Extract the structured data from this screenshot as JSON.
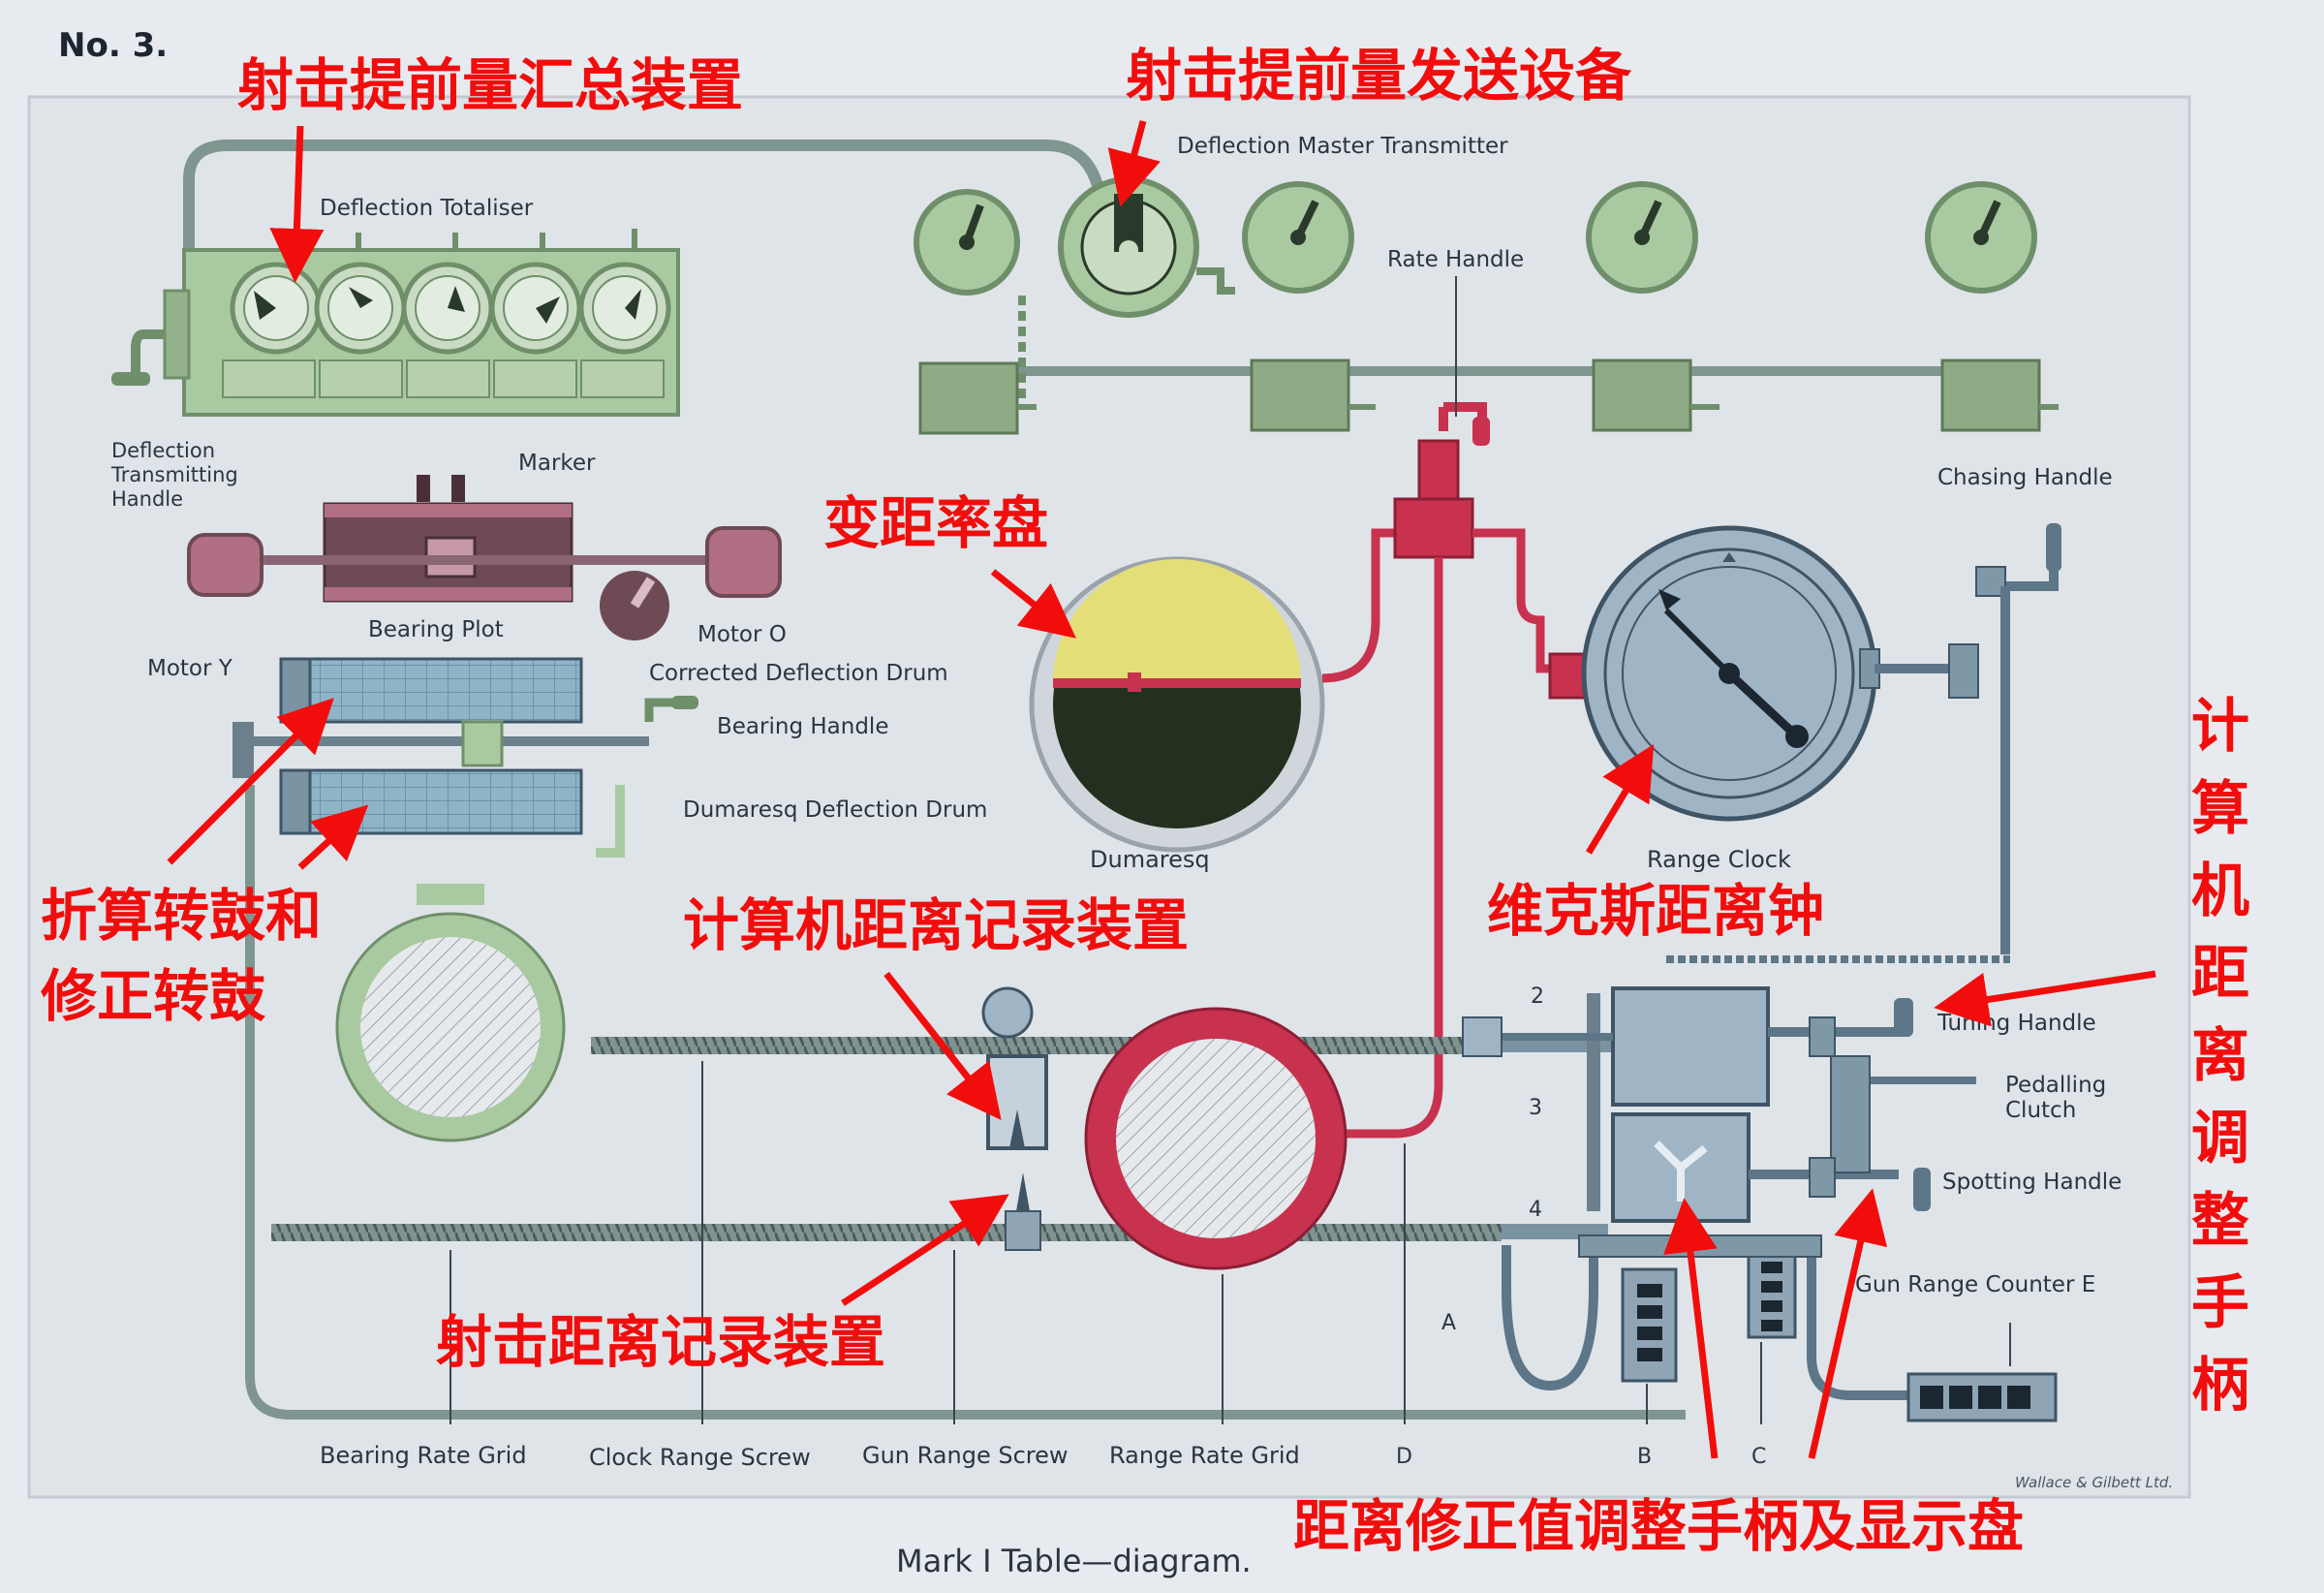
{
  "plate_number": "No. 3.",
  "caption": "Mark I Table—diagram.",
  "publisher": "Wallace & Gilbett Ltd.",
  "labels": {
    "deflection_totaliser": "Deflection Totaliser",
    "deflection_master_transmitter": "Deflection Master Transmitter",
    "rate_handle": "Rate Handle",
    "deflection_transmitting_handle": "Deflection Transmitting Handle",
    "marker": "Marker",
    "bearing_plot": "Bearing Plot",
    "motor_y": "Motor Y",
    "motor_o": "Motor O",
    "corrected_deflection_drum": "Corrected Deflection Drum",
    "bearing_handle": "Bearing Handle",
    "dumaresq_deflection_drum": "Dumaresq Deflection Drum",
    "dumaresq": "Dumaresq",
    "chasing_handle": "Chasing Handle",
    "range_clock": "Range Clock",
    "tuning_handle": "Tuning Handle",
    "pedalling_clutch_line1": "Pedalling",
    "pedalling_clutch_line2": "Clutch",
    "spotting_handle": "Spotting Handle",
    "gun_range_counter": "Gun Range Counter E",
    "bearing_rate_grid": "Bearing Rate Grid",
    "clock_range_screw": "Clock Range Screw",
    "gun_range_screw": "Gun Range Screw",
    "range_rate_grid": "Range Rate Grid",
    "letter_a": "A",
    "letter_b": "B",
    "letter_c": "C",
    "letter_d": "D",
    "num_2": "2",
    "num_3": "3",
    "num_4": "4"
  },
  "annotations": {
    "deflection_totaliser_cn": "射击提前量汇总装置",
    "deflection_transmitter_cn": "射击提前量发送设备",
    "dumaresq_cn": "变距率盘",
    "drums_cn_line1": "折算转鼓和",
    "drums_cn_line2": "修正转鼓",
    "computer_range_recorder_cn": "计算机距离记录装置",
    "range_clock_cn": "维克斯距离钟",
    "gun_range_recorder_cn": "射击距离记录装置",
    "range_correction_cn": "距离修正值调整手柄及显示盘",
    "computer_range_handle_cn": [
      "计",
      "算",
      "机",
      "距",
      "离",
      "调",
      "整",
      "手",
      "柄"
    ]
  },
  "colors": {
    "background": "#e7ebef",
    "plate": "#dfe4e9",
    "green_part": "#a9c9a0",
    "green_dark": "#6f8f6a",
    "red_part": "#c8324f",
    "pink_part": "#b06f82",
    "blue_part": "#9fb4c4",
    "blue_dark": "#3f5566",
    "dumaresq_yellow": "#e3de78",
    "dumaresq_dark": "#23301f",
    "annotation_red": "#f20d0d",
    "text_dark": "#2b3540"
  }
}
